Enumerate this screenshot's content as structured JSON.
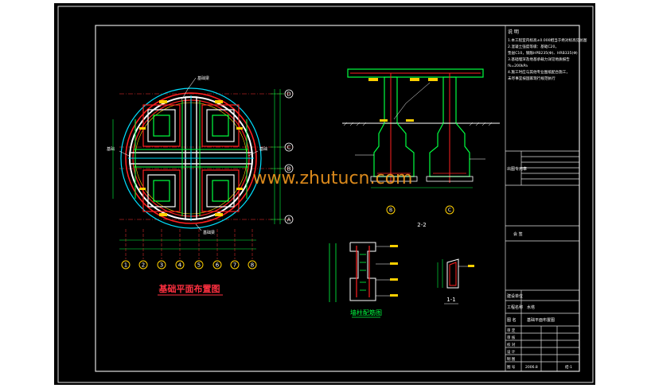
{
  "title_plan": "基础平面布置图",
  "title_section_22": "2-2",
  "title_detail": "墙柱配筋图",
  "title_section_11": "1-1",
  "watermark": "www.zhutucn.com",
  "axis_rows": [
    "D",
    "C",
    "B",
    "A"
  ],
  "axis_cols": [
    "1",
    "2",
    "3",
    "4",
    "5",
    "6",
    "7",
    "8"
  ],
  "section_axes": [
    "B",
    "C"
  ],
  "notes_title": "说 明",
  "notes": [
    "1.本工程室内标高±0.000相当于绝对标高见总图",
    "2.混凝土强度等级：基础C20，",
    "  垫层C10，钢筋HPB235(Φ)、HRB335(Φ)",
    "3.基础埋深及地基承载力详见地质报告",
    "  fk=200kPa",
    "4.施工时应与其他专业图纸配合施工，",
    "  未尽事宜按国家现行规范执行"
  ],
  "tb_seal_label": "出图专用章",
  "tb_approve_label": "会 签",
  "tb_project_label": "建设单位",
  "tb_name_label": "工程名称",
  "tb_name_value": "水塔",
  "tb_drawing_label": "图 名",
  "tb_drawing_value": "基础平面布置图",
  "tb_rows": [
    "审 定",
    "审 核",
    "校 对",
    "设 计",
    "制 图"
  ],
  "tb_no_label": "图 号",
  "tb_no_value": "结-1",
  "tb_date_value": "2006.8"
}
